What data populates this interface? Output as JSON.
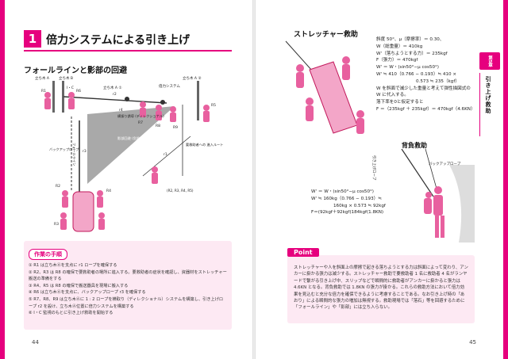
{
  "left_page": {
    "section_number": "1",
    "section_title": "倍力システムによる引き上げ",
    "subheading": "フォールラインと影部の回避",
    "diagram_labels": {
      "anchor_a": "立ち木 A",
      "anchor_b": "立ち木 B",
      "anchor_a_circle": "立ち木 A ①",
      "anchor_a_circle2": "立ち木 A ②",
      "ic": "I・C",
      "r1": "R1",
      "r2": "R2",
      "r3": "R3",
      "r4": "R4",
      "r5": "R5",
      "r6": "R6",
      "r7": "R7",
      "r8": "R8",
      "r9": "R9",
      "rope_r2": "r2",
      "rope_r1": "r1",
      "rope_r3": "r3",
      "rope_r4": "r4",
      "multiplier": "倍力システム",
      "redirect": "横振り誘導\n(ディレクショナル)",
      "fall_line": "フォールライン",
      "backup_rope": "バックアップロープ",
      "shadow_zone": "影部回避\n(危険地帯)",
      "approach_route": "要救助者への\n進入ルート",
      "r_group": "(R2, R3, R4, R5)"
    },
    "steps_title": "作業の手順",
    "steps": [
      "① R1 は立ち木Ⓐを支点に r1 ロープを確保する",
      "② R2、R3 は R8 の確保で要救助者の場所に進入する。要救助者の症状を確認し、資器材をストレッチャー搬送の準備をする",
      "③ R4、R5 は R8 の確保で搬送器具を現場に搬入する",
      "④ R6 は立ち木Ⓐを支点に、バックアップロープ r3 を確保する",
      "⑤ R7、R8、R9 は立ち木Ⓐに 1 : 2 ロープを横取り（ディレクショナル）システムを構築し、引き上げロープ r2 を設け、立ち木Ⓐ位置に倍力システムを構築する",
      "⑥ I・C 監視のもとに引き上げ救助を開始する"
    ],
    "page_number": "44"
  },
  "right_page": {
    "stretcher_heading": "ストレッチャー救助",
    "stretcher_calc": [
      "斜度 50°、μ（摩擦率）＝ 0.30、",
      "W（総重量）＝ 410kg",
      "W'（落ちようとする力）＝ 235kgf",
      "F（張力）＝ 470kgf",
      "",
      "W' ＝ W・(sin50°−μ cos50°)",
      "W' ≒ 410（0.766 − 0.193）≒ 410 ×",
      "0.573 ≒ 235（kgf）",
      "W を斜面で減少した重量と考えて弾性描図式の",
      "W に代入する。",
      "落下率を0と仮定すると",
      "F ＝（235kgf ＋ 235kgf）＝ 470kgf（4.6KN）"
    ],
    "back_heading": "背負救助",
    "back_calc": [
      "W' ＝ W・(sin50°−μ cos50°)",
      "W' ≒ 160kg（0.766 − 0.193）≒",
      "160kg × 0.573 ≒ 92kgf",
      "F＝(92kgf＋92kgf)184kgf(1.8KN)"
    ],
    "back_labels": {
      "backup_rope": "バックアップロープ",
      "main_rope": "引き上げロープ"
    },
    "point_label": "Point",
    "point_text": "ストレッチャーや人を斜面上の摩擦で起きる落ちようとする力は斜面によって変わり、アンカーに掛かる張力は減少する。ストレッチャー救助で要救助者 1 名に救助者 4 名がランヤードで繋がる引き上げ中、スリップなどで瞬間的に救助者がアンカーに掛かると張力は 4.6KN となる。背負救助では 1.8KN の張力が掛かる。これらの救助方法において倍力効果を見込むと充分な倍力を確保できるように考慮することである。なお引き上げ時の「あおり」による瞬間的な張力の増加は無視する。救助現場では「落石」等を回避するために「フォールライン」や「影部」には立ち入らない。",
    "chapter_tab": "第5章",
    "chapter_title": "引き上げ救助",
    "page_number": "45"
  },
  "colors": {
    "accent": "#e6007e",
    "accent_light": "#fde9f3",
    "figure_pink": "#e8609f",
    "shadow_gray": "#a9a9a9"
  }
}
